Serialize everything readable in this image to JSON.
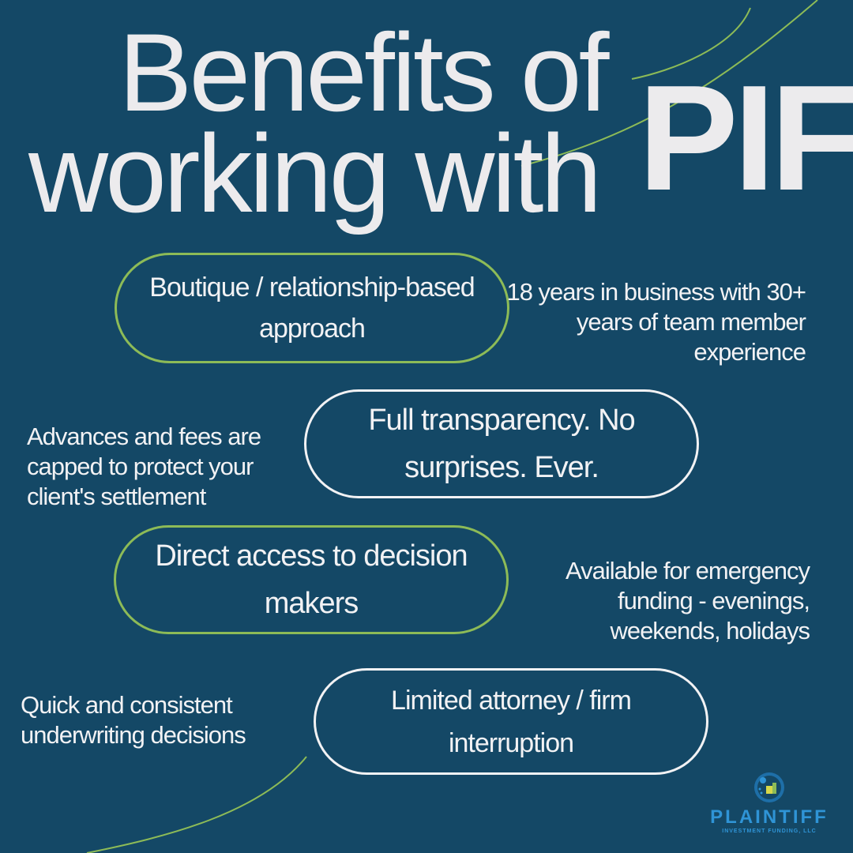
{
  "colors": {
    "background": "#144866",
    "accent_green": "#8dbb57",
    "text_light": "#f2f2f4",
    "logo_blue": "#2f94d6"
  },
  "title": {
    "line1": "Benefits of",
    "line2": "working with",
    "brand": "PIF"
  },
  "benefits": [
    {
      "text": "Boutique / relationship-based approach",
      "border": "green"
    },
    {
      "text": "18 years in business with 30+ years of team member experience"
    },
    {
      "text": "Full transparency. No surprises. Ever.",
      "border": "white"
    },
    {
      "text": "Advances and fees are capped to protect your client's settlement"
    },
    {
      "text": "Direct access to decision makers",
      "border": "green"
    },
    {
      "text": "Available for emergency funding - evenings, weekends, holidays"
    },
    {
      "text": "Limited attorney / firm interruption",
      "border": "white"
    },
    {
      "text": "Quick and consistent underwriting decisions"
    }
  ],
  "logo": {
    "name": "PLAINTIFF",
    "subtitle": "INVESTMENT FUNDING, LLC",
    "icon": "abstract-person-icon"
  }
}
